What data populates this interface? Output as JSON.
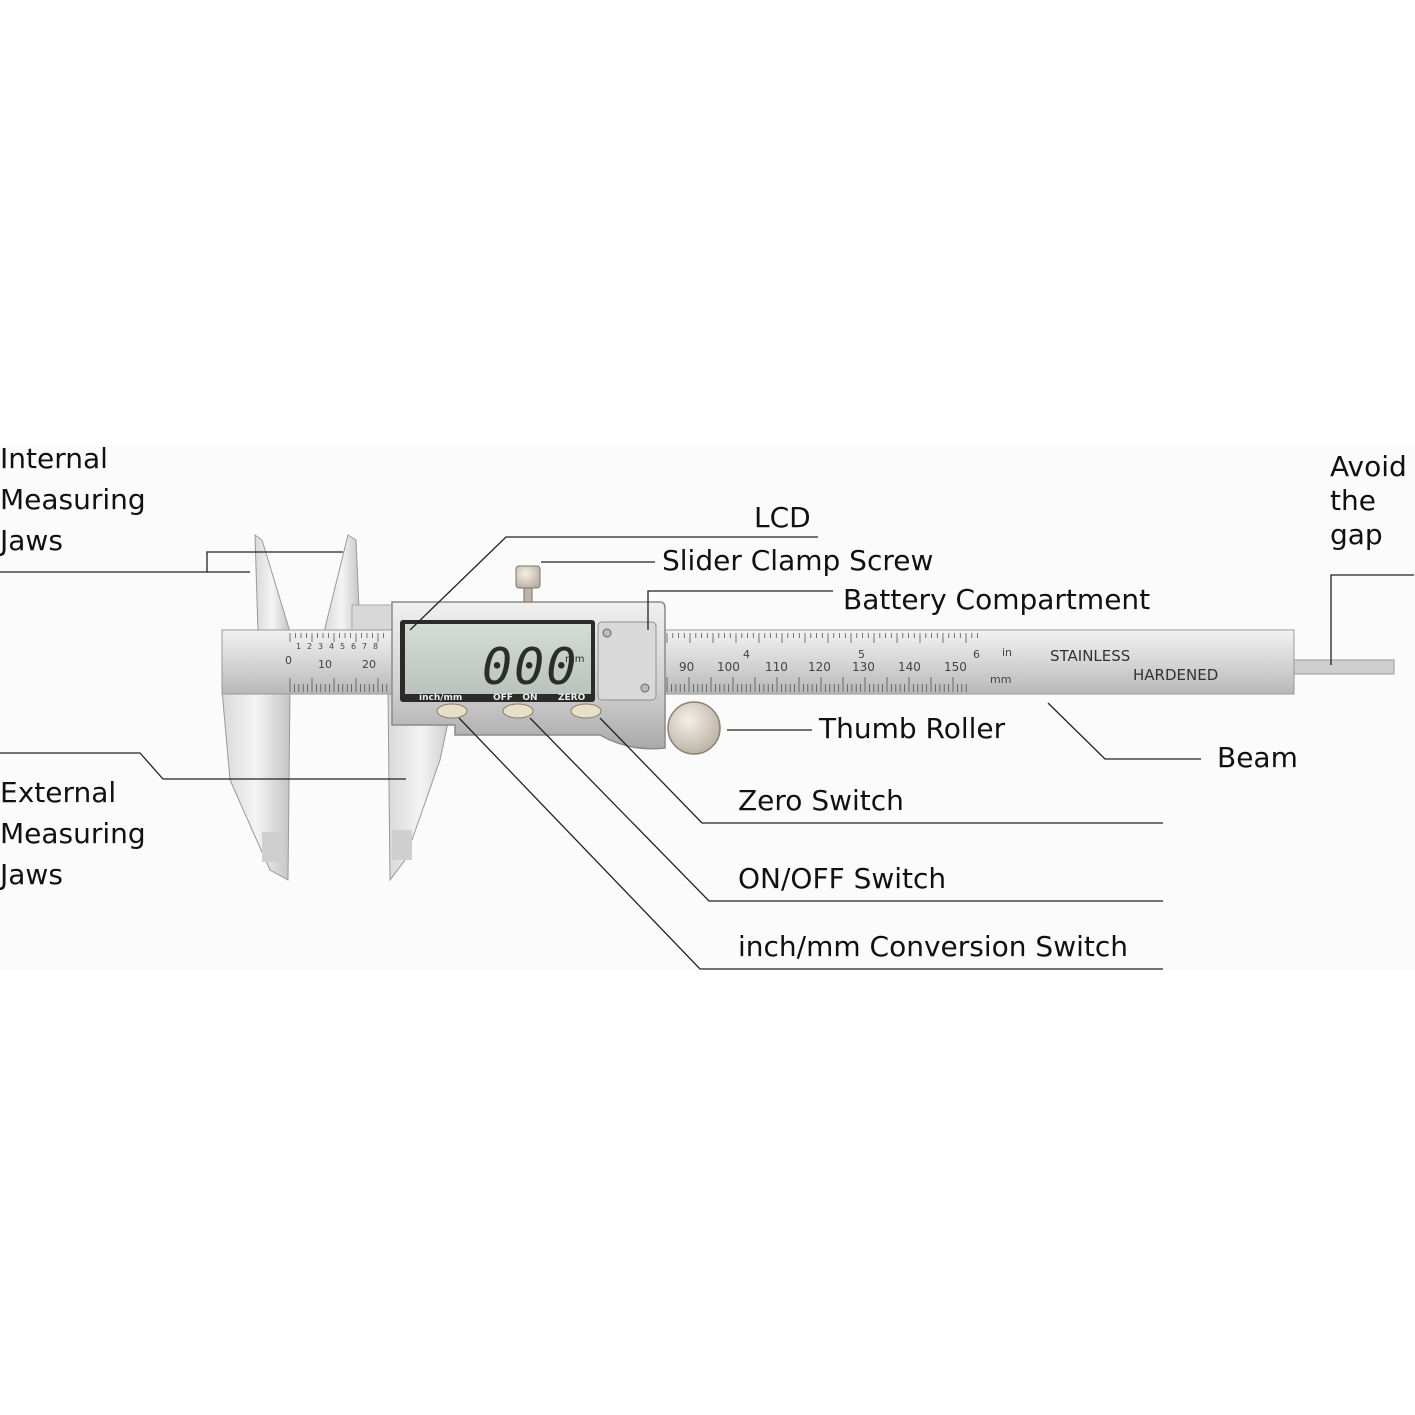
{
  "labels": {
    "internal_jaws": [
      "Internal",
      "Measuring",
      "Jaws"
    ],
    "external_jaws": [
      "External",
      "Measuring",
      "Jaws"
    ],
    "lcd": "LCD",
    "slider_clamp_screw": "Slider Clamp Screw",
    "battery_compartment": "Battery Compartment",
    "thumb_roller": "Thumb Roller",
    "beam": "Beam",
    "zero_switch": "Zero Switch",
    "on_off_switch": "ON/OFF Switch",
    "inch_mm_switch": "inch/mm Conversion Switch",
    "avoid_gap": [
      "Avoid",
      "the",
      "gap"
    ]
  },
  "device": {
    "display_value": "000",
    "display_unit": "mm",
    "button_labels": {
      "inch_mm": "inch/mm",
      "off_on": "OFF   ON",
      "zero": "ZERO"
    },
    "beam_text": {
      "stainless": "STAINLESS",
      "hardened": "HARDENED",
      "in": "in",
      "mm": "mm"
    },
    "vernier_mm_ticks": [
      "0",
      "10",
      "20"
    ],
    "vernier_in_ticks": [
      "1",
      "2",
      "3",
      "4",
      "5",
      "6",
      "7",
      "8"
    ],
    "beam_mm_ticks": [
      "90",
      "100",
      "110",
      "120",
      "130",
      "140",
      "150"
    ],
    "beam_in_ticks": [
      "4",
      "5",
      "6"
    ]
  },
  "colors": {
    "steel_light": "#e8e8e8",
    "steel_mid": "#c9c9c9",
    "steel_dark": "#8e8e8e",
    "lcd_screen": "#c9d3cc",
    "lcd_digits": "#2c2c2c",
    "leader_line": "#222222"
  }
}
